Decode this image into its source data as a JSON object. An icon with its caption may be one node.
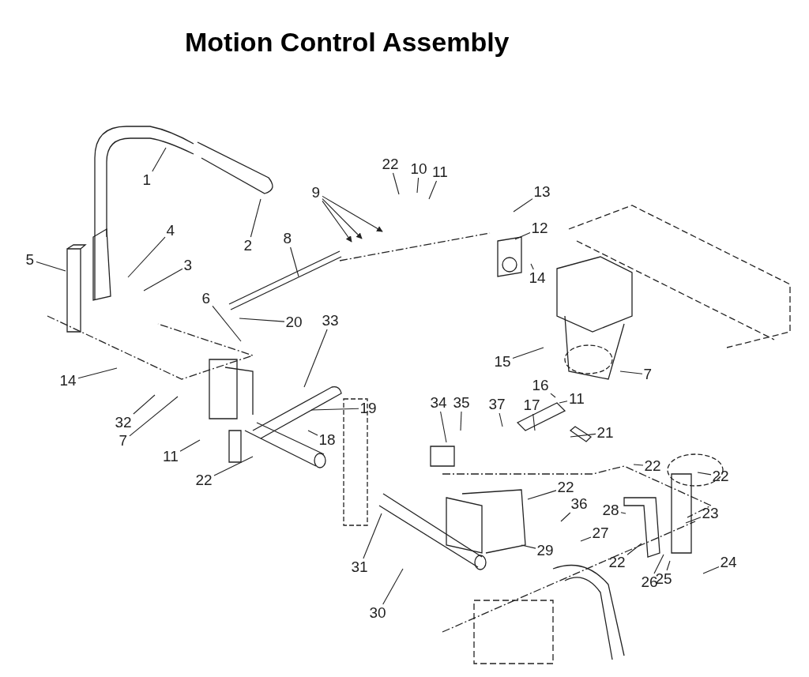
{
  "diagram": {
    "title": "Motion Control Assembly",
    "nodes": [
      {
        "text": [
          "1"
        ]
      },
      {
        "text": [
          "2"
        ]
      },
      {
        "text": [
          "22"
        ]
      },
      {
        "text": [
          "10"
        ]
      },
      {
        "text": [
          "11"
        ]
      },
      {
        "text": [
          "9"
        ]
      },
      {
        "text": [
          "13"
        ]
      },
      {
        "text": [
          "12"
        ]
      },
      {
        "text": [
          "4"
        ]
      },
      {
        "text": [
          "3"
        ]
      },
      {
        "text": [
          "5"
        ]
      },
      {
        "text": [
          "8"
        ]
      },
      {
        "text": [
          "14"
        ]
      },
      {
        "text": [
          "6"
        ]
      },
      {
        "text": [
          "20"
        ]
      },
      {
        "text": [
          "15"
        ]
      },
      {
        "text": [
          "7"
        ]
      },
      {
        "text": [
          "16"
        ]
      },
      {
        "text": [
          "33"
        ]
      },
      {
        "text": [
          "14"
        ]
      },
      {
        "text": [
          "19"
        ]
      },
      {
        "text": [
          "18"
        ]
      },
      {
        "text": [
          "32"
        ]
      },
      {
        "text": [
          "7"
        ]
      },
      {
        "text": [
          "11"
        ]
      },
      {
        "text": [
          "34"
        ]
      },
      {
        "text": [
          "35"
        ]
      },
      {
        "text": [
          "37"
        ]
      },
      {
        "text": [
          "17"
        ]
      },
      {
        "text": [
          "11"
        ]
      },
      {
        "text": [
          "21"
        ]
      },
      {
        "text": [
          "22"
        ]
      },
      {
        "text": [
          "22"
        ]
      },
      {
        "text": [
          "22"
        ]
      },
      {
        "text": [
          "22"
        ]
      },
      {
        "text": [
          "36"
        ]
      },
      {
        "text": [
          "28"
        ]
      },
      {
        "text": [
          "23"
        ]
      },
      {
        "text": [
          "27"
        ]
      },
      {
        "text": [
          "29"
        ]
      },
      {
        "text": [
          "22"
        ]
      },
      {
        "text": [
          "24"
        ]
      },
      {
        "text": [
          "31"
        ]
      },
      {
        "text": [
          "26"
        ]
      },
      {
        "text": [
          "25"
        ]
      },
      {
        "text": [
          "30"
        ]
      }
    ],
    "edges": [
      {
        "from": 0,
        "to": null,
        "arrow": "none"
      },
      {
        "from": 1,
        "to": null,
        "arrow": "none"
      },
      {
        "from": 2,
        "to": null,
        "arrow": "none"
      },
      {
        "from": 3,
        "to": null,
        "arrow": "none"
      },
      {
        "from": 4,
        "to": null,
        "arrow": "none"
      },
      {
        "from": 5,
        "to": null,
        "arrow": "to"
      },
      {
        "from": 5,
        "to": null,
        "arrow": "to"
      },
      {
        "from": 5,
        "to": null,
        "arrow": "to"
      },
      {
        "from": 6,
        "to": null,
        "arrow": "none"
      },
      {
        "from": 7,
        "to": null,
        "arrow": "none"
      },
      {
        "from": 8,
        "to": null,
        "arrow": "none"
      },
      {
        "from": 9,
        "to": null,
        "arrow": "none"
      },
      {
        "from": 10,
        "to": null,
        "arrow": "none"
      },
      {
        "from": 11,
        "to": null,
        "arrow": "none"
      },
      {
        "from": 12,
        "to": null,
        "arrow": "none"
      },
      {
        "from": 13,
        "to": null,
        "arrow": "none"
      },
      {
        "from": 14,
        "to": null,
        "arrow": "none"
      },
      {
        "from": 15,
        "to": null,
        "arrow": "none"
      },
      {
        "from": 16,
        "to": null,
        "arrow": "none"
      },
      {
        "from": 17,
        "to": null,
        "arrow": "none"
      },
      {
        "from": 18,
        "to": null,
        "arrow": "none"
      },
      {
        "from": 19,
        "to": null,
        "arrow": "none"
      },
      {
        "from": 20,
        "to": null,
        "arrow": "none"
      },
      {
        "from": 21,
        "to": null,
        "arrow": "none"
      },
      {
        "from": 22,
        "to": null,
        "arrow": "none"
      },
      {
        "from": 23,
        "to": null,
        "arrow": "none"
      },
      {
        "from": 24,
        "to": null,
        "arrow": "none"
      },
      {
        "from": 25,
        "to": null,
        "arrow": "none"
      },
      {
        "from": 26,
        "to": null,
        "arrow": "none"
      },
      {
        "from": 27,
        "to": null,
        "arrow": "none"
      },
      {
        "from": 28,
        "to": null,
        "arrow": "none"
      },
      {
        "from": 29,
        "to": null,
        "arrow": "none"
      },
      {
        "from": 30,
        "to": null,
        "arrow": "none"
      },
      {
        "from": 31,
        "to": null,
        "arrow": "none"
      },
      {
        "from": 32,
        "to": null,
        "arrow": "none"
      },
      {
        "from": 33,
        "to": null,
        "arrow": "none"
      },
      {
        "from": 34,
        "to": null,
        "arrow": "none"
      },
      {
        "from": 35,
        "to": null,
        "arrow": "none"
      },
      {
        "from": 36,
        "to": null,
        "arrow": "none"
      },
      {
        "from": 37,
        "to": null,
        "arrow": "none"
      },
      {
        "from": 38,
        "to": null,
        "arrow": "none"
      },
      {
        "from": 39,
        "to": null,
        "arrow": "none"
      },
      {
        "from": 40,
        "to": null,
        "arrow": "none"
      },
      {
        "from": 41,
        "to": null,
        "arrow": "none"
      },
      {
        "from": 42,
        "to": null,
        "arrow": "none"
      },
      {
        "from": 43,
        "to": null,
        "arrow": "none"
      },
      {
        "from": 44,
        "to": null,
        "arrow": "none"
      },
      {
        "from": 45,
        "to": null,
        "arrow": "none"
      }
    ]
  }
}
